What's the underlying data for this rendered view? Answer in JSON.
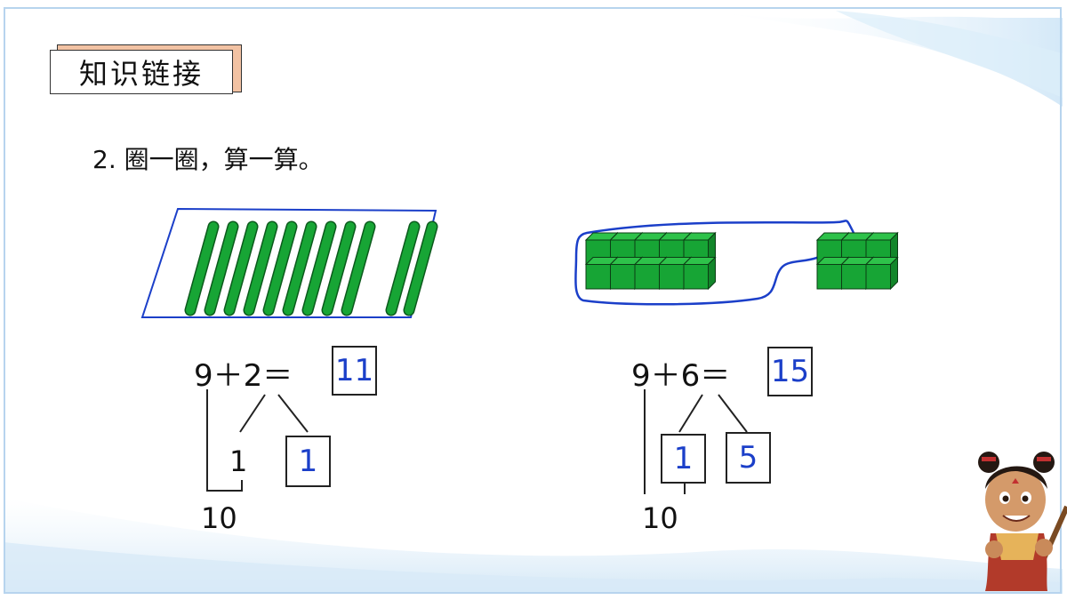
{
  "section_title": "知识链接",
  "question": "2. 圈一圈，算一算。",
  "problems": [
    {
      "equation": "9＋2＝",
      "answer": "11",
      "split_left": "1",
      "split_right": "1",
      "ten": "10"
    },
    {
      "equation": "9＋6＝",
      "answer": "15",
      "split_left": "1",
      "split_right": "5",
      "ten": "10"
    }
  ],
  "colors": {
    "green": "#17a535",
    "circle_blue": "#1b3fc9",
    "answer_blue": "#1b3fc9",
    "frame": "#b7d4ee"
  },
  "counts": {
    "sticks_group": 9,
    "sticks_extra": 2,
    "cubes_group": 10,
    "cubes_extra": 6
  }
}
